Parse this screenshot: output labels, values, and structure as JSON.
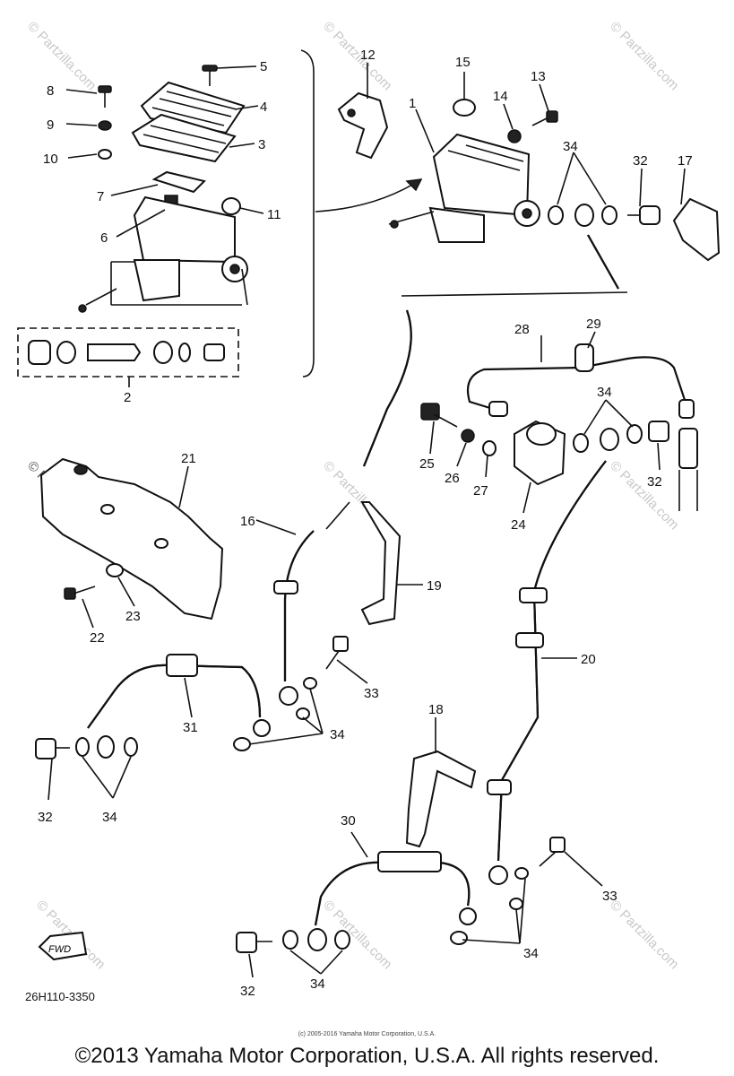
{
  "watermark": "© Partzilla.com",
  "diagram_code": "26H110-3350",
  "fwd_label": "FWD",
  "small_copyright": "(c) 2005-2016 Yamaha Motor Corporation, U.S.A.",
  "footer": "©2013 Yamaha Motor Corporation, U.S.A. All rights reserved.",
  "callouts": {
    "c1": "1",
    "c2": "2",
    "c3": "3",
    "c4": "4",
    "c5": "5",
    "c6": "6",
    "c7": "7",
    "c8": "8",
    "c9": "9",
    "c10": "10",
    "c11": "11",
    "c12": "12",
    "c13": "13",
    "c14": "14",
    "c15": "15",
    "c16": "16",
    "c17": "17",
    "c18": "18",
    "c19": "19",
    "c20": "20",
    "c21": "21",
    "c22": "22",
    "c23": "23",
    "c24": "24",
    "c25": "25",
    "c26": "26",
    "c27": "27",
    "c28": "28",
    "c29": "29",
    "c30": "30",
    "c31": "31",
    "c32a": "32",
    "c32b": "32",
    "c32c": "32",
    "c32d": "32",
    "c33a": "33",
    "c33b": "33",
    "c34a": "34",
    "c34b": "34",
    "c34c": "34",
    "c34d": "34",
    "c34e": "34",
    "c34f": "34"
  }
}
